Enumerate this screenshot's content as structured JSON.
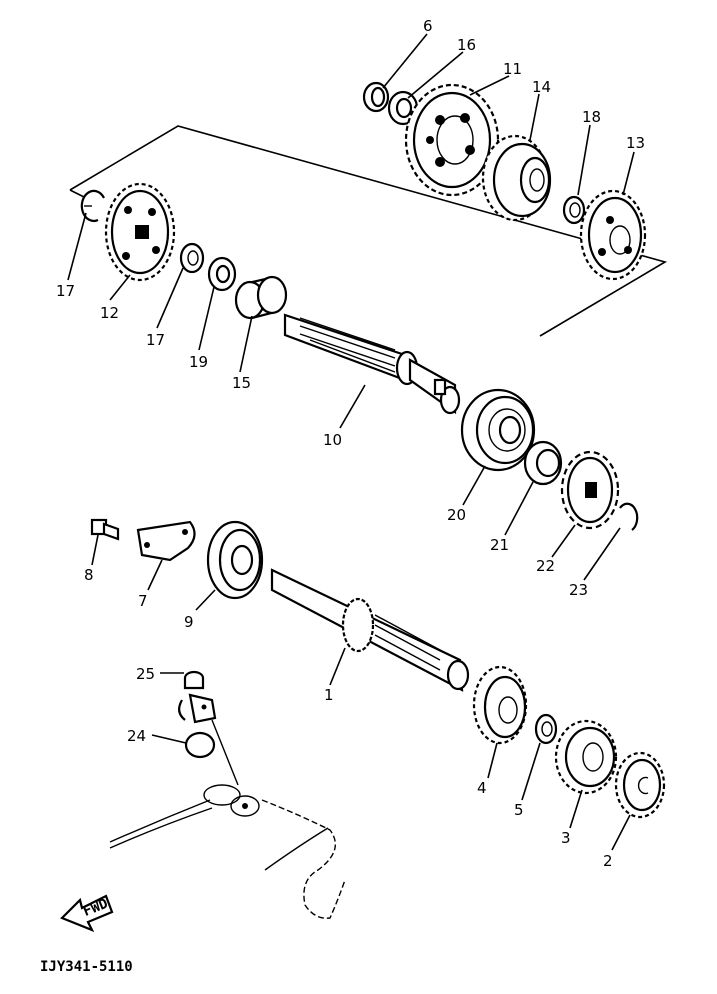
{
  "diagram": {
    "part_numbers": {
      "p1": "1",
      "p2": "2",
      "p3": "3",
      "p4": "4",
      "p5": "5",
      "p6": "6",
      "p7": "7",
      "p8": "8",
      "p9": "9",
      "p10": "10",
      "p11": "11",
      "p12": "12",
      "p13": "13",
      "p14": "14",
      "p15": "15",
      "p16": "16",
      "p17a": "17",
      "p17b": "17",
      "p18": "18",
      "p19": "19",
      "p20": "20",
      "p21": "21",
      "p22": "22",
      "p23": "23",
      "p24": "24",
      "p25": "25"
    },
    "fwd_label": "FWD",
    "diagram_code": "IJY341-5110"
  }
}
